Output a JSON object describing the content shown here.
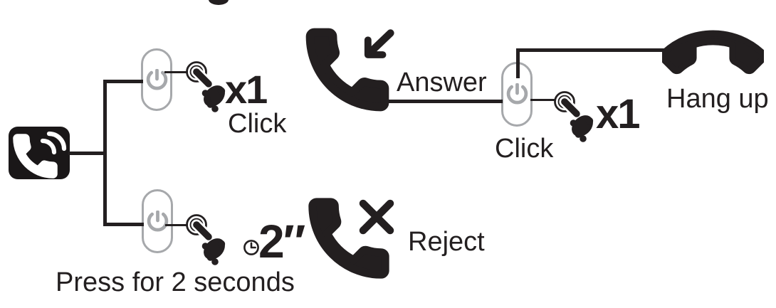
{
  "palette": {
    "ink": "#231f20",
    "button_outline": "#a6a8ab",
    "background": "#ffffff"
  },
  "diagram": {
    "incoming": {
      "icon": "incoming-call-badge"
    },
    "answer_branch": {
      "button_icon": "power-button",
      "press_icon": "tap-click",
      "press_count": "x1",
      "press_action": "Click",
      "result_icon": "incoming-call-arrow-phone",
      "result_label": "Answer"
    },
    "reject_branch": {
      "button_icon": "power-button",
      "press_icon": "tap-click",
      "timer_icon": "clock",
      "press_count": "2″",
      "press_action": "Press for 2 seconds",
      "result_icon": "reject-x-phone",
      "result_label": "Reject"
    },
    "hangup_branch": {
      "button_icon": "power-button",
      "press_icon": "tap-click",
      "press_count": "x1",
      "press_action": "Click",
      "result_icon": "handset-down",
      "result_label": "Hang up"
    }
  }
}
